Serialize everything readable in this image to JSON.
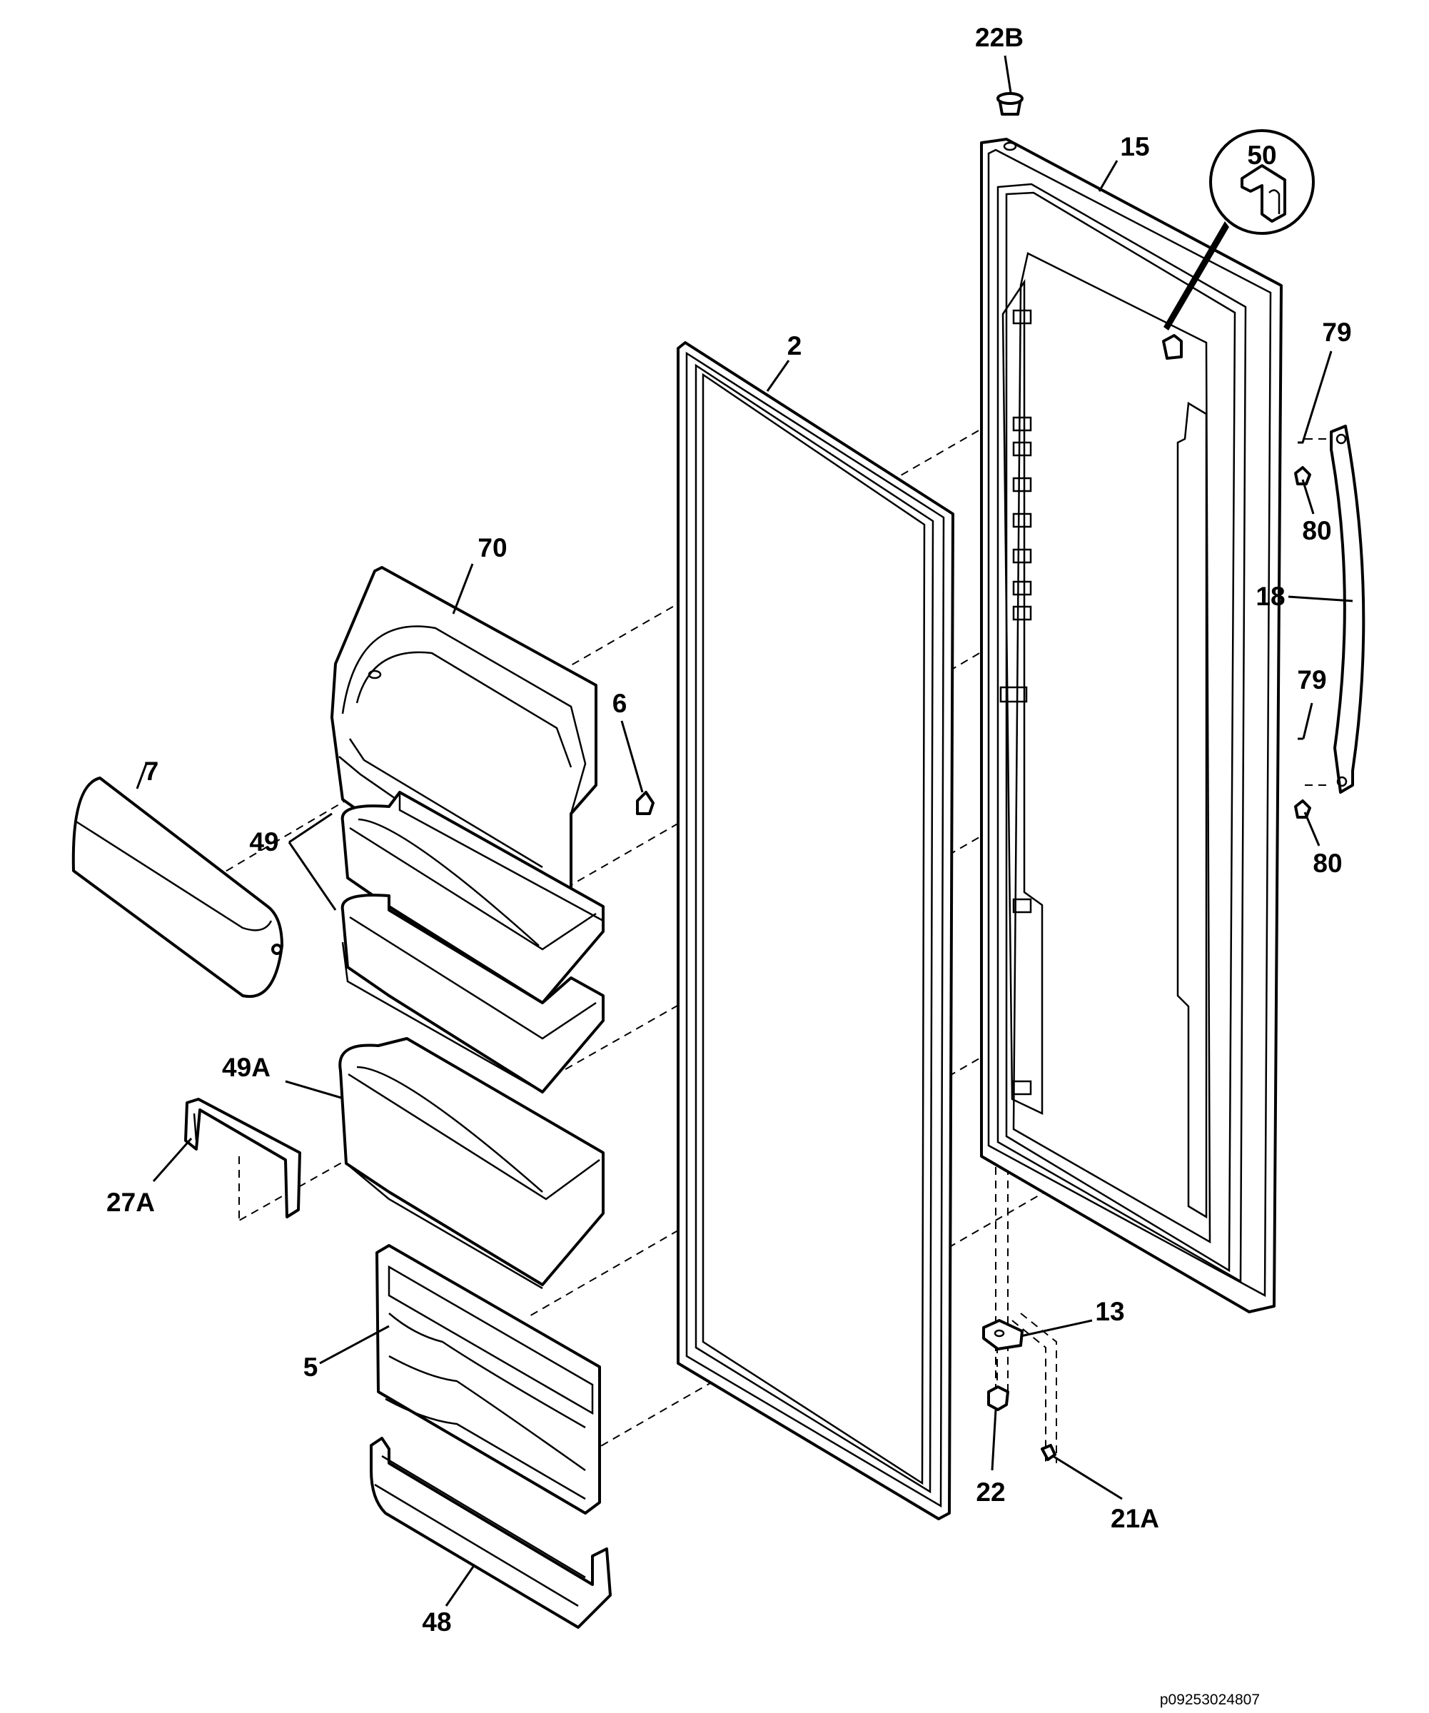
{
  "callouts": {
    "c22B": "22B",
    "c15": "15",
    "c50": "50",
    "c2": "2",
    "c79a": "79",
    "c80a": "80",
    "c18": "18",
    "c79b": "79",
    "c80b": "80",
    "c70": "70",
    "c6": "6",
    "c7": "7",
    "c49": "49",
    "c49A": "49A",
    "c27A": "27A",
    "c13": "13",
    "c5": "5",
    "c22": "22",
    "c21A": "21A",
    "c48": "48"
  },
  "reference_code": "p09253024807"
}
